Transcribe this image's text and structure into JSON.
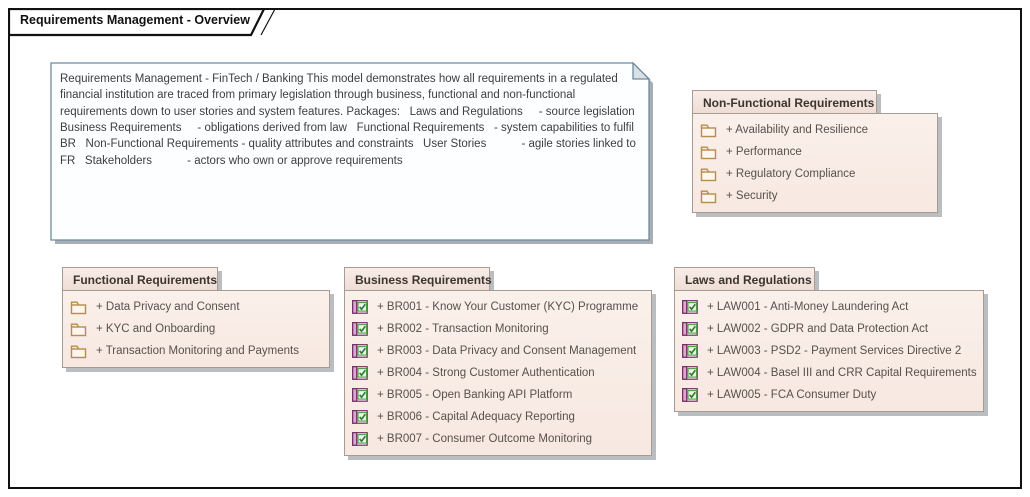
{
  "diagram": {
    "title": "Requirements Management - Overview"
  },
  "note": {
    "text": "Requirements Management - FinTech / Banking This model demonstrates how all requirements in a regulated financial institution are traced from primary legislation through business, functional and non-functional requirements down to user stories and system features. Packages:   Laws and Regulations     - source legislation   Business Requirements     - obligations derived from law   Functional Requirements   - system capabilities to fulfil BR   Non-Functional Requirements - quality attributes and constraints   User Stories           - agile stories linked to FR   Stakeholders           - actors who own or approve requirements"
  },
  "packages": {
    "non_functional": {
      "title": "Non-Functional Requirements",
      "icon": "folder-icon",
      "items": [
        "+ Availability and Resilience",
        "+ Performance",
        "+ Regulatory Compliance",
        "+ Security"
      ]
    },
    "functional": {
      "title": "Functional Requirements",
      "icon": "folder-icon",
      "items": [
        "+ Data Privacy and Consent",
        "+ KYC and Onboarding",
        "+ Transaction Monitoring and Payments"
      ]
    },
    "business": {
      "title": "Business Requirements",
      "icon": "requirement-icon",
      "items": [
        "+ BR001 - Know Your Customer (KYC) Programme",
        "+ BR002 - Transaction Monitoring",
        "+ BR003 - Data Privacy and Consent Management",
        "+ BR004 - Strong Customer Authentication",
        "+ BR005 - Open Banking API Platform",
        "+ BR006 - Capital Adequacy Reporting",
        "+ BR007 - Consumer Outcome Monitoring"
      ]
    },
    "laws": {
      "title": "Laws and Regulations",
      "icon": "requirement-icon",
      "items": [
        "+ LAW001 - Anti-Money Laundering Act",
        "+ LAW002 - GDPR and Data Protection Act",
        "+ LAW003 - PSD2 - Payment Services Directive 2",
        "+ LAW004 - Basel III and CRR Capital Requirements",
        "+ LAW005 - FCA Consumer Duty"
      ]
    }
  },
  "colors": {
    "frame_border": "#111111",
    "package_fill": "#f9ebe5",
    "package_header_fill": "#eeddd4",
    "package_border": "#a89b94",
    "shadow": "#babec1",
    "note_border": "#6b8ba4",
    "note_fill": "#fdfeff",
    "note_fold": "#dbe0e4",
    "folder_icon_stroke": "#b68d4c",
    "requirement_icon_border": "#6f2f60",
    "requirement_icon_purple": "#daa8d5",
    "requirement_icon_green_fill": "#edf7e8",
    "requirement_icon_check": "#2f7d31"
  }
}
